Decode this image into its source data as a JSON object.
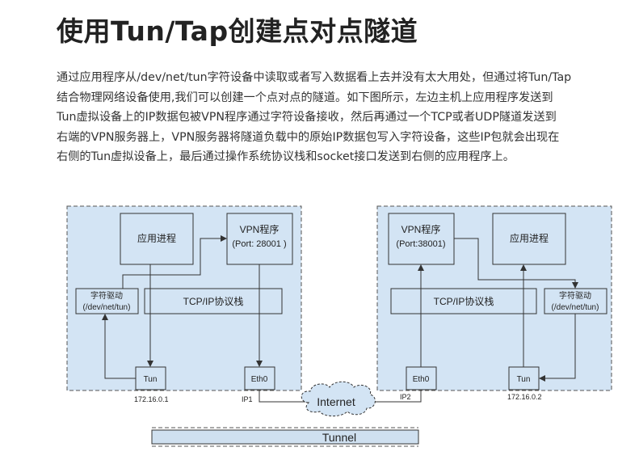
{
  "title": "使用Tun/Tap创建点对点隧道",
  "paragraph_lines": [
    "通过应用程序从/dev/net/tun字符设备中读取或者写入数据看上去并没有太大用处，但通过将Tun/Tap",
    "结合物理网络设备使用,我们可以创建一个点对点的隧道。如下图所示，左边主机上应用程序发送到",
    "Tun虚拟设备上的IP数据包被VPN程序通过字符设备接收，然后再通过一个TCP或者UDP隧道发送到",
    "右端的VPN服务器上，VPN服务器将隧道负载中的原始IP数据包写入字符设备，这些IP包就会出现在",
    "右侧的Tun虚拟设备上，最后通过操作系统协议栈和socket接口发送到右侧的应用程序上。"
  ],
  "diagram": {
    "left_host": {
      "app": "应用进程",
      "vpn_line1": "VPN程序",
      "vpn_line2": "(Port: 28001 )",
      "driver_line1": "字符驱动",
      "driver_line2": "(/dev/net/tun)",
      "stack": "TCP/IP协议栈",
      "tun": "Tun",
      "eth": "Eth0",
      "tun_ip": "172.16.0.1",
      "eth_ip": "IP1"
    },
    "right_host": {
      "vpn_line1": "VPN程序",
      "vpn_line2": "(Port:38001)",
      "app": "应用进程",
      "driver_line1": "字符驱动",
      "driver_line2": "(/dev/net/tun)",
      "stack": "TCP/IP协议栈",
      "eth": "Eth0",
      "tun": "Tun",
      "tun_ip": "172.16.0.2",
      "eth_ip": "IP2"
    },
    "internet": "Internet",
    "tunnel": "Tunnel",
    "colors": {
      "host_fill": "#d3e4f4",
      "box_stroke": "#333333",
      "tunnel_fill": "#cfe0f0"
    }
  }
}
